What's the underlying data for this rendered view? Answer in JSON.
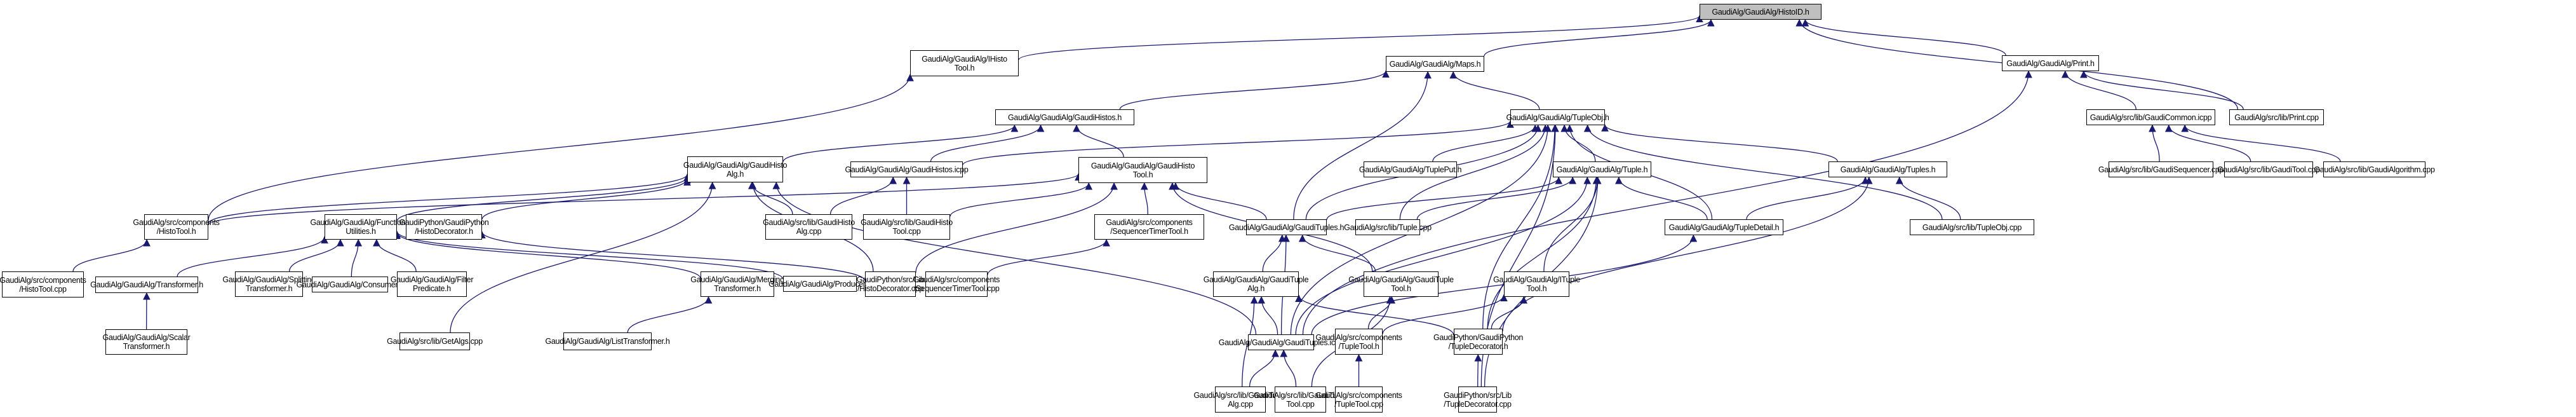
{
  "diagram": {
    "type": "include-dependency-graph",
    "edge_color": "#191970",
    "root_fill": "#bfbfbf",
    "nodes": [
      {
        "id": "histoid",
        "label": "GaudiAlg/GaudiAlg/HistoID.h",
        "root": true
      },
      {
        "id": "ihistotool",
        "label": "GaudiAlg/GaudiAlg/IHisto\nTool.h"
      },
      {
        "id": "maps",
        "label": "GaudiAlg/GaudiAlg/Maps.h"
      },
      {
        "id": "print",
        "label": "GaudiAlg/GaudiAlg/Print.h"
      },
      {
        "id": "gaudihistos",
        "label": "GaudiAlg/GaudiAlg/GaudiHistos.h"
      },
      {
        "id": "tupleobj",
        "label": "GaudiAlg/GaudiAlg/TupleObj.h"
      },
      {
        "id": "gaudicommon",
        "label": "GaudiAlg/src/lib/GaudiCommon.icpp"
      },
      {
        "id": "printcpp",
        "label": "GaudiAlg/src/lib/Print.cpp"
      },
      {
        "id": "gaudihistoalg",
        "label": "GaudiAlg/GaudiAlg/GaudiHisto\nAlg.h"
      },
      {
        "id": "gaudihistosicpp",
        "label": "GaudiAlg/GaudiAlg/GaudiHistos.icpp"
      },
      {
        "id": "gaudihistotool",
        "label": "GaudiAlg/GaudiAlg/GaudiHisto\nTool.h"
      },
      {
        "id": "tupleput",
        "label": "GaudiAlg/GaudiAlg/TuplePut.h"
      },
      {
        "id": "tuple",
        "label": "GaudiAlg/GaudiAlg/Tuple.h"
      },
      {
        "id": "tuples",
        "label": "GaudiAlg/GaudiAlg/Tuples.h"
      },
      {
        "id": "gaudisequencer",
        "label": "GaudiAlg/src/lib/GaudiSequencer.cpp"
      },
      {
        "id": "gauditool",
        "label": "GaudiAlg/src/lib/GaudiTool.cpp"
      },
      {
        "id": "gaudialgorithm",
        "label": "GaudiAlg/src/lib/GaudiAlgorithm.cpp"
      },
      {
        "id": "histotoolh",
        "label": "GaudiAlg/src/components\n/HistoTool.h"
      },
      {
        "id": "functional",
        "label": "GaudiAlg/GaudiAlg/Functional\nUtilities.h"
      },
      {
        "id": "histodecoratorh",
        "label": "GaudiPython/GaudiPython\n/HistoDecorator.h"
      },
      {
        "id": "gaudihistoalgcpp",
        "label": "GaudiAlg/src/lib/GaudiHisto\nAlg.cpp"
      },
      {
        "id": "gaudihistotoolcpp",
        "label": "GaudiAlg/src/lib/GaudiHisto\nTool.cpp"
      },
      {
        "id": "seqtimertoolh",
        "label": "GaudiAlg/src/components\n/SequencerTimerTool.h"
      },
      {
        "id": "gaudituples",
        "label": "GaudiAlg/GaudiAlg/GaudiTuples.h"
      },
      {
        "id": "tuplecpp",
        "label": "GaudiAlg/src/lib/Tuple.cpp"
      },
      {
        "id": "tupledetail",
        "label": "GaudiAlg/GaudiAlg/TupleDetail.h"
      },
      {
        "id": "tupleobjcpp",
        "label": "GaudiAlg/src/lib/TupleObj.cpp"
      },
      {
        "id": "histotoolcpp",
        "label": "GaudiAlg/src/components\n/HistoTool.cpp"
      },
      {
        "id": "transformer",
        "label": "GaudiAlg/GaudiAlg/Transformer.h"
      },
      {
        "id": "splitting",
        "label": "GaudiAlg/GaudiAlg/Splitting\nTransformer.h"
      },
      {
        "id": "consumer",
        "label": "GaudiAlg/GaudiAlg/Consumer.h"
      },
      {
        "id": "filterpred",
        "label": "GaudiAlg/GaudiAlg/Filter\nPredicate.h"
      },
      {
        "id": "merging",
        "label": "GaudiAlg/GaudiAlg/Merging\nTransformer.h"
      },
      {
        "id": "producer",
        "label": "GaudiAlg/GaudiAlg/Producer.h"
      },
      {
        "id": "histodecoratorcpp",
        "label": "GaudiPython/src/Lib\n/HistoDecorator.cpp"
      },
      {
        "id": "seqtimertoolcpp",
        "label": "GaudiAlg/src/components\n/SequencerTimerTool.cpp"
      },
      {
        "id": "gaudituplealg",
        "label": "GaudiAlg/GaudiAlg/GaudiTuple\nAlg.h"
      },
      {
        "id": "gaudituptool",
        "label": "GaudiAlg/GaudiAlg/GaudiTuple\nTool.h"
      },
      {
        "id": "ituptool",
        "label": "GaudiAlg/GaudiAlg/ITuple\nTool.h"
      },
      {
        "id": "scalar",
        "label": "GaudiAlg/GaudiAlg/Scalar\nTransformer.h"
      },
      {
        "id": "getalgs",
        "label": "GaudiAlg/src/lib/GetAlgs.cpp"
      },
      {
        "id": "listtransformer",
        "label": "GaudiAlg/GaudiAlg/ListTransformer.h"
      },
      {
        "id": "gauditupsicpp",
        "label": "GaudiAlg/GaudiAlg/GaudiTuples.icpp"
      },
      {
        "id": "tupletoolh",
        "label": "GaudiAlg/src/components\n/TupleTool.h"
      },
      {
        "id": "tupledecoratorh",
        "label": "GaudiPython/GaudiPython\n/TupleDecorator.h"
      },
      {
        "id": "gaudituplealgcpp",
        "label": "GaudiAlg/src/lib/GaudiTuple\nAlg.cpp"
      },
      {
        "id": "gaudituptoolcpp",
        "label": "GaudiAlg/src/lib/GaudiTuple\nTool.cpp"
      },
      {
        "id": "tupletoolcpp",
        "label": "GaudiAlg/src/components\n/TupleTool.cpp"
      },
      {
        "id": "tupledecoratorcpp",
        "label": "GaudiPython/src/Lib\n/TupleDecorator.cpp"
      }
    ],
    "edges": [
      [
        "ihistotool",
        "histoid"
      ],
      [
        "maps",
        "histoid"
      ],
      [
        "print",
        "histoid"
      ],
      [
        "printcpp",
        "histoid"
      ],
      [
        "histotoolh",
        "ihistotool"
      ],
      [
        "gaudihistos",
        "maps"
      ],
      [
        "tupleobj",
        "maps"
      ],
      [
        "gaudituples",
        "maps"
      ],
      [
        "gaudihistoalg",
        "gaudihistos"
      ],
      [
        "gaudihistosicpp",
        "gaudihistos"
      ],
      [
        "gaudihistotool",
        "gaudihistos"
      ],
      [
        "gaudicommon",
        "print"
      ],
      [
        "printcpp",
        "print"
      ],
      [
        "gauditupsicpp",
        "print"
      ],
      [
        "gaudisequencer",
        "gaudicommon"
      ],
      [
        "gauditool",
        "gaudicommon"
      ],
      [
        "gaudialgorithm",
        "gaudicommon"
      ],
      [
        "gaudihistosicpp",
        "tupleobj"
      ],
      [
        "tupleput",
        "tupleobj"
      ],
      [
        "tuple",
        "tupleobj"
      ],
      [
        "tuples",
        "tupleobj"
      ],
      [
        "gaudituples",
        "tupleobj"
      ],
      [
        "tuplecpp",
        "tupleobj"
      ],
      [
        "tupledetail",
        "tupleobj"
      ],
      [
        "tupleobjcpp",
        "tupleobj"
      ],
      [
        "gauditupsicpp",
        "tupleobj"
      ],
      [
        "tupledecoratorh",
        "tupleobj"
      ],
      [
        "tupledecoratorcpp",
        "tupleobj"
      ],
      [
        "functional",
        "gaudihistoalg"
      ],
      [
        "histodecoratorh",
        "gaudihistoalg"
      ],
      [
        "gaudihistoalgcpp",
        "gaudihistoalg"
      ],
      [
        "getalgs",
        "gaudihistoalg"
      ],
      [
        "histotoolh",
        "gaudihistoalg"
      ],
      [
        "histodecoratorcpp",
        "gaudihistoalg"
      ],
      [
        "gauditupsicpp",
        "gaudihistoalg"
      ],
      [
        "gaudihistoalgcpp",
        "gaudihistosicpp"
      ],
      [
        "gaudihistotoolcpp",
        "gaudihistosicpp"
      ],
      [
        "histotoolh",
        "gaudihistotool"
      ],
      [
        "gaudihistotoolcpp",
        "gaudihistotool"
      ],
      [
        "seqtimertoolh",
        "gaudihistotool"
      ],
      [
        "gaudituples",
        "gaudihistotool"
      ],
      [
        "histodecoratorcpp",
        "gaudihistotool"
      ],
      [
        "gaudituptool",
        "gaudihistotool"
      ],
      [
        "tuplecpp",
        "tuple"
      ],
      [
        "tupledetail",
        "tuple"
      ],
      [
        "gaudituples",
        "tuple"
      ],
      [
        "gauditupsicpp",
        "tuple"
      ],
      [
        "ituptool",
        "tuple"
      ],
      [
        "tupledecoratorh",
        "tuple"
      ],
      [
        "tupledecoratorcpp",
        "tuple"
      ],
      [
        "tupledetail",
        "tuples"
      ],
      [
        "tupleobjcpp",
        "tuples"
      ],
      [
        "tupledecoratorh",
        "tuples"
      ],
      [
        "histotoolcpp",
        "histotoolh"
      ],
      [
        "transformer",
        "functional"
      ],
      [
        "splitting",
        "functional"
      ],
      [
        "consumer",
        "functional"
      ],
      [
        "filterpred",
        "functional"
      ],
      [
        "merging",
        "functional"
      ],
      [
        "producer",
        "functional"
      ],
      [
        "histodecoratorcpp",
        "histodecoratorh"
      ],
      [
        "seqtimertoolcpp",
        "seqtimertoolh"
      ],
      [
        "gaudituplealg",
        "gaudituples"
      ],
      [
        "gaudituptool",
        "gaudituples"
      ],
      [
        "gauditupsicpp",
        "gaudituples"
      ],
      [
        "gauditupsicpp",
        "tupledetail"
      ],
      [
        "scalar",
        "transformer"
      ],
      [
        "listtransformer",
        "merging"
      ],
      [
        "gaudituplealgcpp",
        "gaudituplealg"
      ],
      [
        "gauditupsicpp",
        "gaudituplealg"
      ],
      [
        "tupledecoratorh",
        "gaudituplealg"
      ],
      [
        "gaudituptoolcpp",
        "gaudituptool"
      ],
      [
        "tupletoolh",
        "gaudituptool"
      ],
      [
        "tupletoolh",
        "ituptool"
      ],
      [
        "tupledecoratorh",
        "ituptool"
      ],
      [
        "gaudituplealgcpp",
        "gauditupsicpp"
      ],
      [
        "gaudituptoolcpp",
        "gauditupsicpp"
      ],
      [
        "tupletoolcpp",
        "tupletoolh"
      ],
      [
        "tupledecoratorcpp",
        "tupledecoratorh"
      ]
    ]
  }
}
